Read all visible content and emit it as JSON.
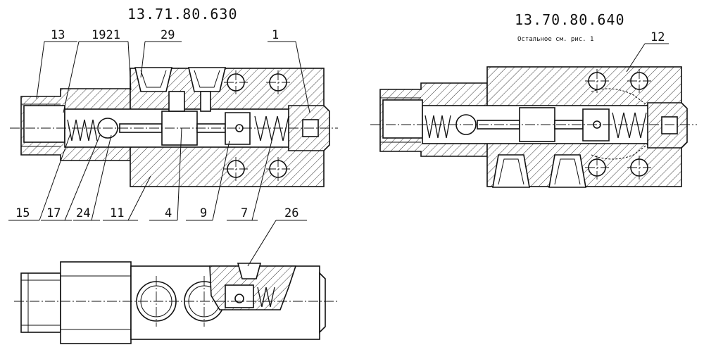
{
  "views": {
    "left": {
      "title": "13.71.80.630"
    },
    "right": {
      "title": "13.70.80.640",
      "note": "Остальное см. рис. 1"
    }
  },
  "callouts": {
    "c13": "13",
    "c1921": "1921",
    "c29": "29",
    "c1": "1",
    "c12": "12",
    "c15": "15",
    "c17": "17",
    "c24": "24",
    "c11": "11",
    "c4": "4",
    "c9": "9",
    "c7": "7",
    "c26": "26"
  }
}
